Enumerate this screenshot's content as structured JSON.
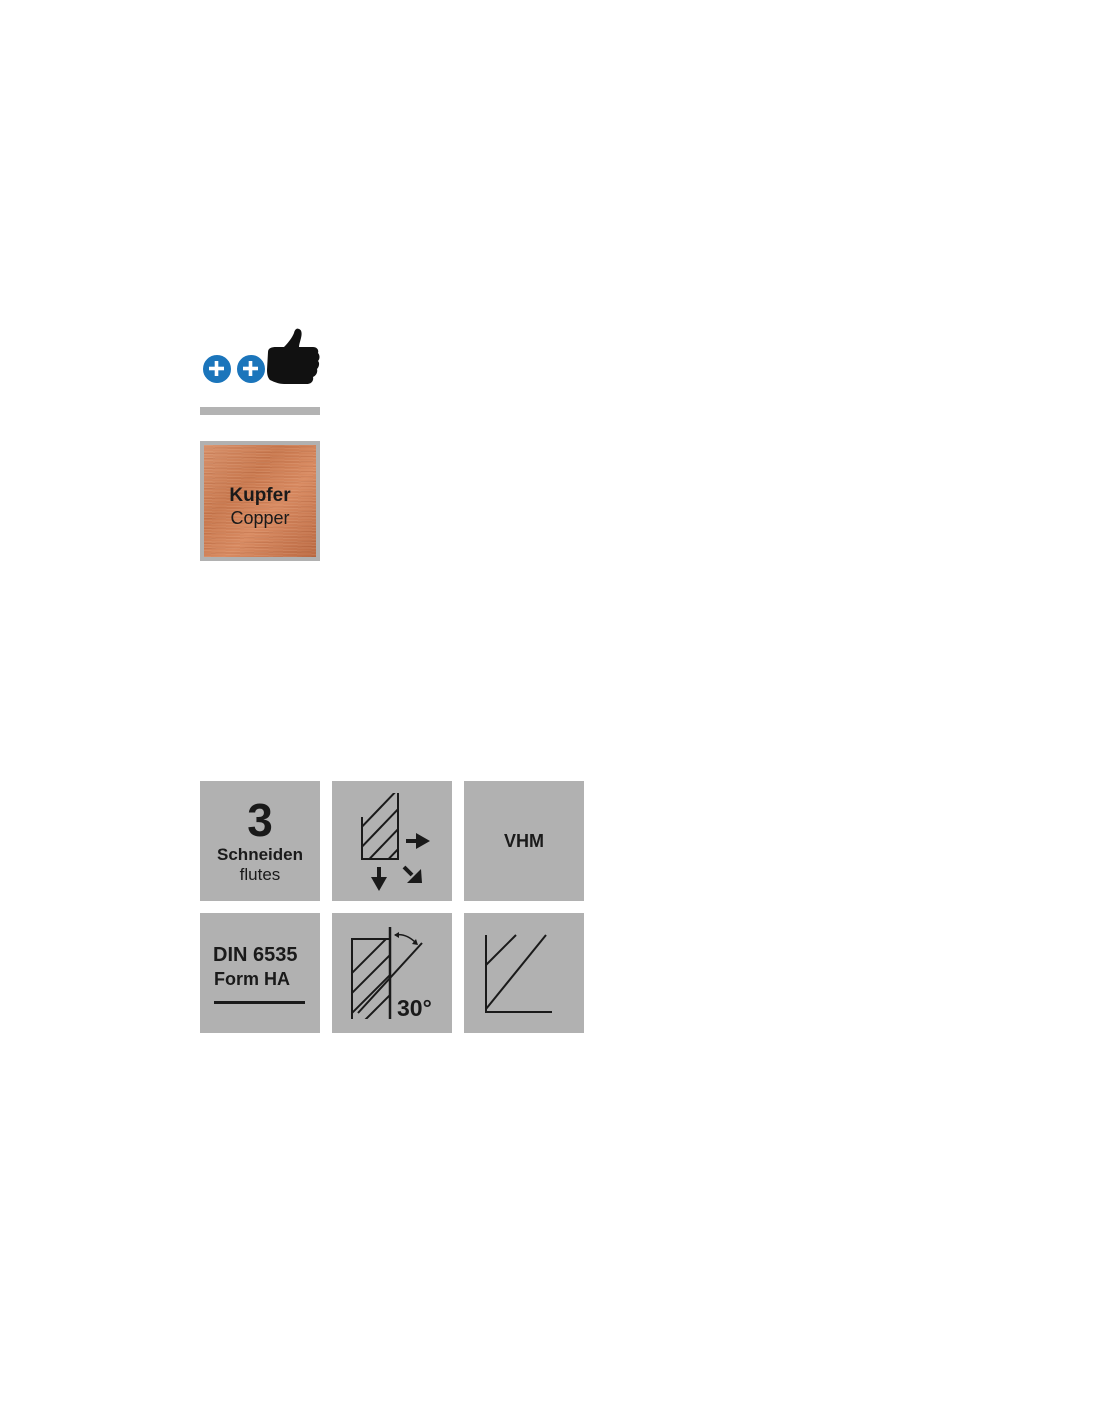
{
  "rating": {
    "level": 2,
    "icons": [
      "plus-icon",
      "plus-icon",
      "thumbs-up-icon"
    ]
  },
  "material": {
    "name_de": "Kupfer",
    "name_en": "Copper",
    "color": "#c9794f"
  },
  "features": {
    "flutes": {
      "count": "3",
      "label_de": "Schneiden",
      "label_en": "flutes"
    },
    "cutting_directions": {
      "icon": "cutting-direction-icon"
    },
    "material_code": "VHM",
    "standard": {
      "line1": "DIN 6535",
      "line2": "Form HA"
    },
    "helix": {
      "icon": "helix-angle-icon",
      "angle_label": "30°"
    },
    "chamfer": {
      "icon": "edge-chamfer-icon"
    }
  },
  "colors": {
    "tile_background": "#b1b1b1",
    "accent_blue": "#1b75bb",
    "divider": "#b3b3b3",
    "ink": "#1a1a1a"
  }
}
